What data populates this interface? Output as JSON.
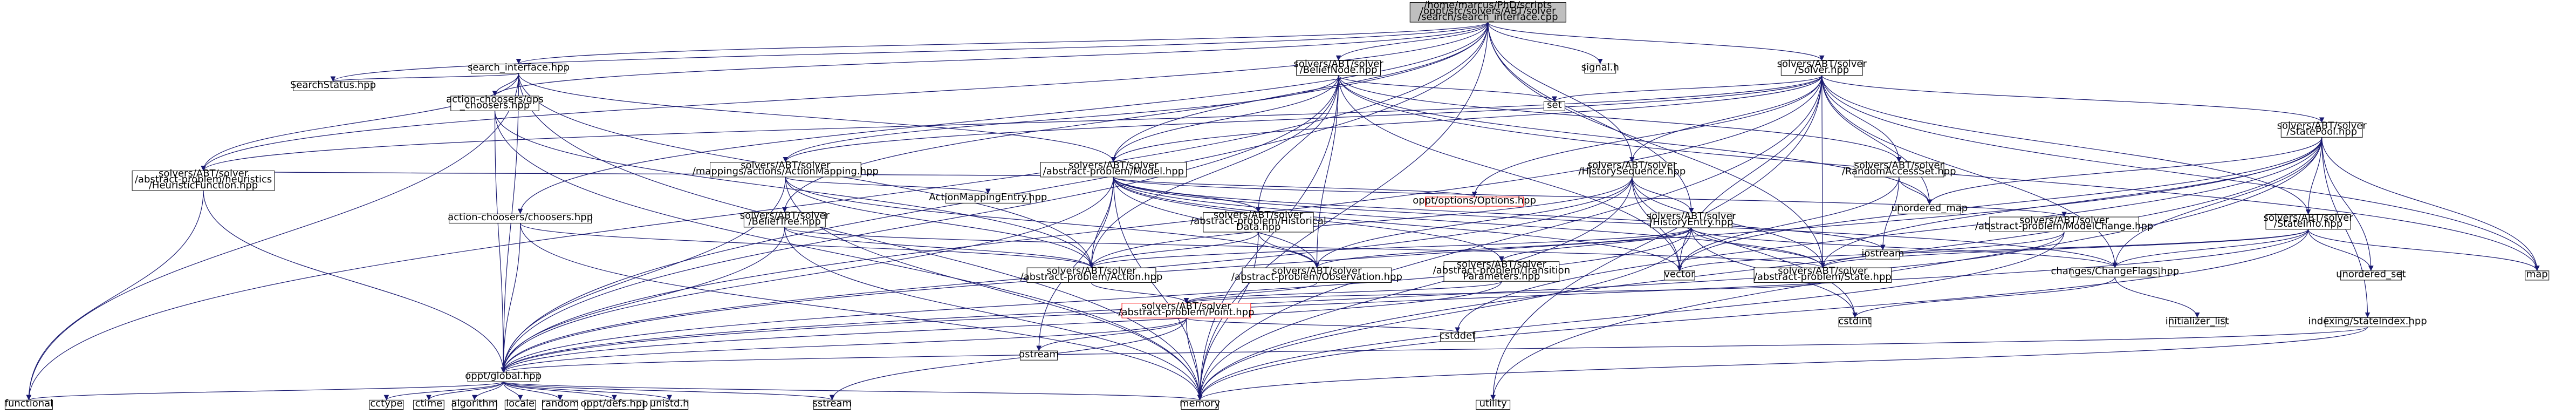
{
  "colors": {
    "edge": "#191970",
    "node_border": "#000000",
    "node_fill": "#ffffff",
    "root_fill": "#bfbfbf",
    "root_border": "#000000",
    "missing_border": "#ff0000"
  },
  "nodes": [
    {
      "id": "root",
      "style": "root",
      "lines": [
        "/home/marcus/PhD/scripts",
        "/oppt/src/solvers/ABT/solver",
        "/search/search_interface.cpp"
      ]
    },
    {
      "id": "search_interface",
      "lines": [
        "search_interface.hpp"
      ]
    },
    {
      "id": "signal",
      "lines": [
        "signal.h"
      ]
    },
    {
      "id": "belief_node",
      "lines": [
        "solvers/ABT/solver",
        "/BeliefNode.hpp"
      ]
    },
    {
      "id": "solver",
      "lines": [
        "solvers/ABT/solver",
        "/Solver.hpp"
      ]
    },
    {
      "id": "search_status",
      "lines": [
        "SearchStatus.hpp"
      ]
    },
    {
      "id": "gps_choosers",
      "lines": [
        "action-choosers/gps",
        "_choosers.hpp"
      ]
    },
    {
      "id": "set",
      "lines": [
        "set"
      ]
    },
    {
      "id": "state_pool",
      "lines": [
        "solvers/ABT/solver",
        "/StatePool.hpp"
      ]
    },
    {
      "id": "action_mapping",
      "lines": [
        "solvers/ABT/solver",
        "/mappings/actions/ActionMapping.hpp"
      ]
    },
    {
      "id": "model",
      "lines": [
        "solvers/ABT/solver",
        "/abstract-problem/Model.hpp"
      ]
    },
    {
      "id": "history_sequence",
      "lines": [
        "solvers/ABT/solver",
        "/HistorySequence.hpp"
      ]
    },
    {
      "id": "random_access_set",
      "lines": [
        "solvers/ABT/solver",
        "/RandomAccessSet.hpp"
      ]
    },
    {
      "id": "heuristic_function",
      "lines": [
        "solvers/ABT/solver",
        "/abstract-problem/heuristics",
        "/HeuristicFunction.hpp"
      ]
    },
    {
      "id": "action_mapping_entry",
      "lines": [
        "ActionMappingEntry.hpp"
      ]
    },
    {
      "id": "options",
      "style": "missing",
      "lines": [
        "oppt/options/Options.hpp"
      ]
    },
    {
      "id": "unordered_map",
      "lines": [
        "unordered_map"
      ]
    },
    {
      "id": "action_choosers",
      "lines": [
        "action-choosers/choosers.hpp"
      ]
    },
    {
      "id": "belief_tree",
      "lines": [
        "solvers/ABT/solver",
        "/BeliefTree.hpp"
      ]
    },
    {
      "id": "historical_data",
      "lines": [
        "solvers/ABT/solver",
        "/abstract-problem/Historical",
        "Data.hpp"
      ]
    },
    {
      "id": "history_entry",
      "lines": [
        "solvers/ABT/solver",
        "/HistoryEntry.hpp"
      ]
    },
    {
      "id": "model_change",
      "lines": [
        "solvers/ABT/solver",
        "/abstract-problem/ModelChange.hpp"
      ]
    },
    {
      "id": "state_info",
      "lines": [
        "solvers/ABT/solver",
        "/StateInfo.hpp"
      ]
    },
    {
      "id": "iostream",
      "lines": [
        "iostream"
      ]
    },
    {
      "id": "transition_parameters",
      "lines": [
        "solvers/ABT/solver",
        "/abstract-problem/Transition",
        "Parameters.hpp"
      ]
    },
    {
      "id": "vector",
      "lines": [
        "vector"
      ]
    },
    {
      "id": "unordered_set",
      "lines": [
        "unordered_set"
      ]
    },
    {
      "id": "map",
      "lines": [
        "map"
      ]
    },
    {
      "id": "action",
      "lines": [
        "solvers/ABT/solver",
        "/abstract-problem/Action.hpp"
      ]
    },
    {
      "id": "observation",
      "lines": [
        "solvers/ABT/solver",
        "/abstract-problem/Observation.hpp"
      ]
    },
    {
      "id": "state",
      "lines": [
        "solvers/ABT/solver",
        "/abstract-problem/State.hpp"
      ]
    },
    {
      "id": "change_flags",
      "lines": [
        "changes/ChangeFlags.hpp"
      ]
    },
    {
      "id": "point",
      "style": "missing",
      "lines": [
        "solvers/ABT/solver",
        "/abstract-problem/Point.hpp"
      ]
    },
    {
      "id": "cstdint",
      "lines": [
        "cstdint"
      ]
    },
    {
      "id": "initializer_list",
      "lines": [
        "initializer_list"
      ]
    },
    {
      "id": "state_index",
      "lines": [
        "indexing/StateIndex.hpp"
      ]
    },
    {
      "id": "cstddef",
      "lines": [
        "cstddef"
      ]
    },
    {
      "id": "ostream",
      "lines": [
        "ostream"
      ]
    },
    {
      "id": "global",
      "lines": [
        "oppt/global.hpp"
      ]
    },
    {
      "id": "functional",
      "lines": [
        "functional"
      ]
    },
    {
      "id": "cctype",
      "lines": [
        "cctype"
      ]
    },
    {
      "id": "ctime",
      "lines": [
        "ctime"
      ]
    },
    {
      "id": "algorithm",
      "lines": [
        "algorithm"
      ]
    },
    {
      "id": "locale",
      "lines": [
        "locale"
      ]
    },
    {
      "id": "random",
      "lines": [
        "random"
      ]
    },
    {
      "id": "defs",
      "lines": [
        "oppt/defs.hpp"
      ]
    },
    {
      "id": "unistd",
      "lines": [
        "unistd.h"
      ]
    },
    {
      "id": "sstream",
      "lines": [
        "sstream"
      ]
    },
    {
      "id": "memory",
      "lines": [
        "memory"
      ]
    },
    {
      "id": "utility",
      "lines": [
        "utility"
      ]
    }
  ]
}
